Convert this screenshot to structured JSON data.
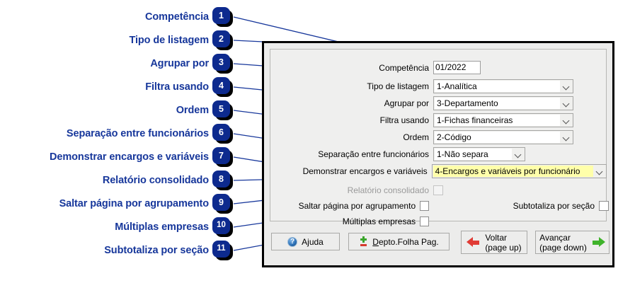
{
  "annotations": [
    {
      "n": "1",
      "label": "Competência"
    },
    {
      "n": "2",
      "label": "Tipo de listagem"
    },
    {
      "n": "3",
      "label": "Agrupar por"
    },
    {
      "n": "4",
      "label": "Filtra usando"
    },
    {
      "n": "5",
      "label": "Ordem"
    },
    {
      "n": "6",
      "label": "Separação entre funcionários"
    },
    {
      "n": "7",
      "label": "Demonstrar encargos e variáveis"
    },
    {
      "n": "8",
      "label": "Relatório consolidado"
    },
    {
      "n": "9",
      "label": "Saltar página por agrupamento"
    },
    {
      "n": "10",
      "label": "Múltiplas empresas"
    },
    {
      "n": "11",
      "label": "Subtotaliza por seção"
    }
  ],
  "form": {
    "competencia": {
      "label": "Competência",
      "value": "01/2022"
    },
    "tipo_listagem": {
      "label": "Tipo de listagem",
      "value": "1-Analítica"
    },
    "agrupar_por": {
      "label": "Agrupar por",
      "value": "3-Departamento"
    },
    "filtra_usando": {
      "label": "Filtra usando",
      "value": "1-Fichas financeiras"
    },
    "ordem": {
      "label": "Ordem",
      "value": "2-Código"
    },
    "separacao": {
      "label": "Separação entre funcionários",
      "value": "1-Não separa"
    },
    "encargos": {
      "label": "Demonstrar encargos e variáveis",
      "value": "4-Encargos e variáveis por funcionário",
      "highlight_color": "#ffffaa"
    },
    "relatorio_consolidado": {
      "label": "Relatório consolidado",
      "checked": false,
      "disabled": true
    },
    "saltar_pagina": {
      "label": "Saltar página por agrupamento",
      "checked": false
    },
    "multiplas_empresas": {
      "label": "Múltiplas empresas",
      "checked": false
    },
    "subtotaliza": {
      "label": "Subtotaliza por seção",
      "checked": false
    }
  },
  "buttons": {
    "ajuda": {
      "label": "Ajuda",
      "accel": "j",
      "icon": "help-icon",
      "glyph": "?"
    },
    "depto": {
      "label": "Depto.Folha Pag.",
      "accel": "D",
      "icon": "plus-minus-icon"
    },
    "voltar": {
      "label": "Voltar",
      "accel": "V",
      "sub": "(page up)",
      "icon": "arrow-left-icon",
      "color": "#e03b35"
    },
    "avancar": {
      "label": "Avançar",
      "accel": "A",
      "sub": "(page down)",
      "icon": "arrow-right-icon",
      "color": "#3fb32a"
    }
  },
  "theme": {
    "annotation_color": "#17379b",
    "badge_bg": "#0d2a8e",
    "badge_fg": "#ffffff",
    "dialog_bg": "#ececeb"
  }
}
